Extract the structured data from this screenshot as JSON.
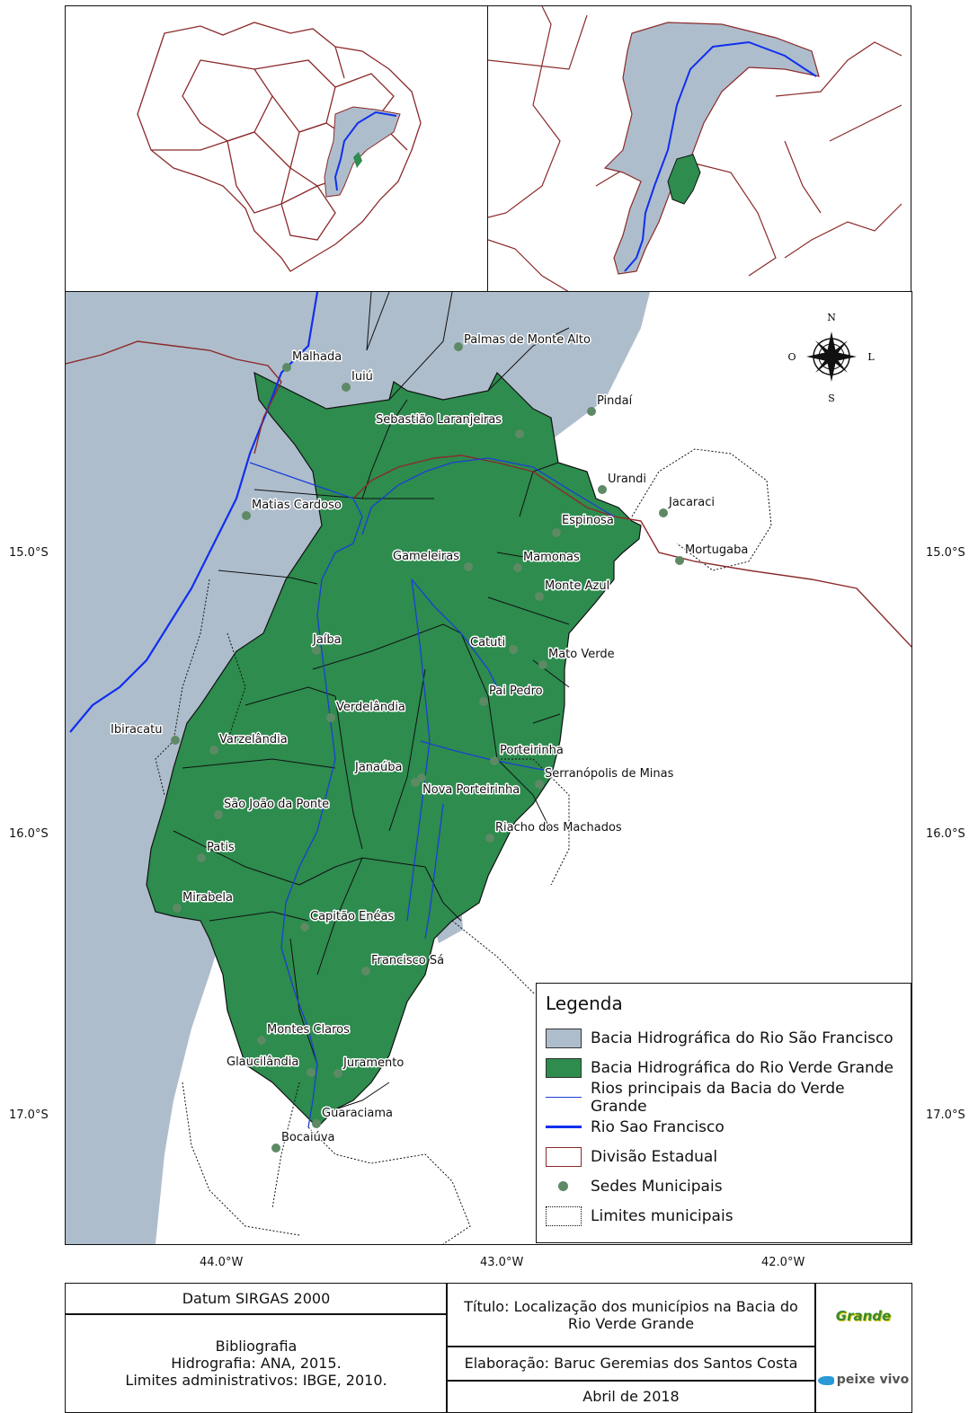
{
  "colors": {
    "sao_francisco_basin": "#aebdcc",
    "verde_grande_basin": "#2d8c4e",
    "main_rivers": "#1a3fd6",
    "sao_francisco_river": "#1030ee",
    "state_division": "#8b2a2a",
    "municipality_seat": "#5d8a65"
  },
  "axes": {
    "lat_labels_left": [
      "15.0°S",
      "16.0°S",
      "17.0°S"
    ],
    "lat_labels_right": [
      "15.0°S",
      "16.0°S",
      "17.0°S"
    ],
    "lon_labels": [
      "44.0°W",
      "43.0°W",
      "42.0°W"
    ]
  },
  "compass": {
    "n": "N",
    "s": "S",
    "e": "L",
    "w": "O"
  },
  "municipalities": [
    {
      "name": "Palmas de Monte Alto"
    },
    {
      "name": "Malhada"
    },
    {
      "name": "Iuiú"
    },
    {
      "name": "Pindaí"
    },
    {
      "name": "Sebastião Laranjeiras"
    },
    {
      "name": "Urandi"
    },
    {
      "name": "Matias Cardoso"
    },
    {
      "name": "Jacaraci"
    },
    {
      "name": "Espinosa"
    },
    {
      "name": "Mortugaba"
    },
    {
      "name": "Mamonas"
    },
    {
      "name": "Gameleiras"
    },
    {
      "name": "Monte Azul"
    },
    {
      "name": "Jaíba"
    },
    {
      "name": "Catuti"
    },
    {
      "name": "Mato Verde"
    },
    {
      "name": "Pai Pedro"
    },
    {
      "name": "Verdelândia"
    },
    {
      "name": "Ibiracatu"
    },
    {
      "name": "Varzelândia"
    },
    {
      "name": "Porteirinha"
    },
    {
      "name": "Janaúba"
    },
    {
      "name": "Serranópolis de Minas"
    },
    {
      "name": "Nova Porteirinha"
    },
    {
      "name": "São João da Ponte"
    },
    {
      "name": "Riacho dos Machados"
    },
    {
      "name": "Patis"
    },
    {
      "name": "Mirabela"
    },
    {
      "name": "Capitão Enéas"
    },
    {
      "name": "Francisco Sá"
    },
    {
      "name": "Montes Claros"
    },
    {
      "name": "Glaucilândia"
    },
    {
      "name": "Juramento"
    },
    {
      "name": "Guaraciama"
    },
    {
      "name": "Bocaiúva"
    }
  ],
  "legend": {
    "title": "Legenda",
    "items": [
      {
        "label": "Bacia Hidrográfica do Rio São Francisco"
      },
      {
        "label": "Bacia Hidrográfica do Rio Verde Grande"
      },
      {
        "label": "Rios principais da Bacia do Verde Grande"
      },
      {
        "label": "Rio Sao Francisco"
      },
      {
        "label": "Divisão Estadual"
      },
      {
        "label": "Sedes Municipais"
      },
      {
        "label": "Limites municipais"
      }
    ]
  },
  "footer": {
    "datum": "Datum SIRGAS 2000",
    "bibliography_title": "Bibliografia",
    "bibliography_line1": "Hidrografia: ANA, 2015.",
    "bibliography_line2": "Limites administrativos: IBGE, 2010.",
    "title_line1": "Título: Localização dos municípios na Bacia do",
    "title_line2": "Rio Verde Grande",
    "author": "Elaboração: Baruc Geremias dos Santos Costa",
    "date": "Abril de 2018",
    "logo1_text": "Grande",
    "logo2_text": "peixe vivo"
  }
}
